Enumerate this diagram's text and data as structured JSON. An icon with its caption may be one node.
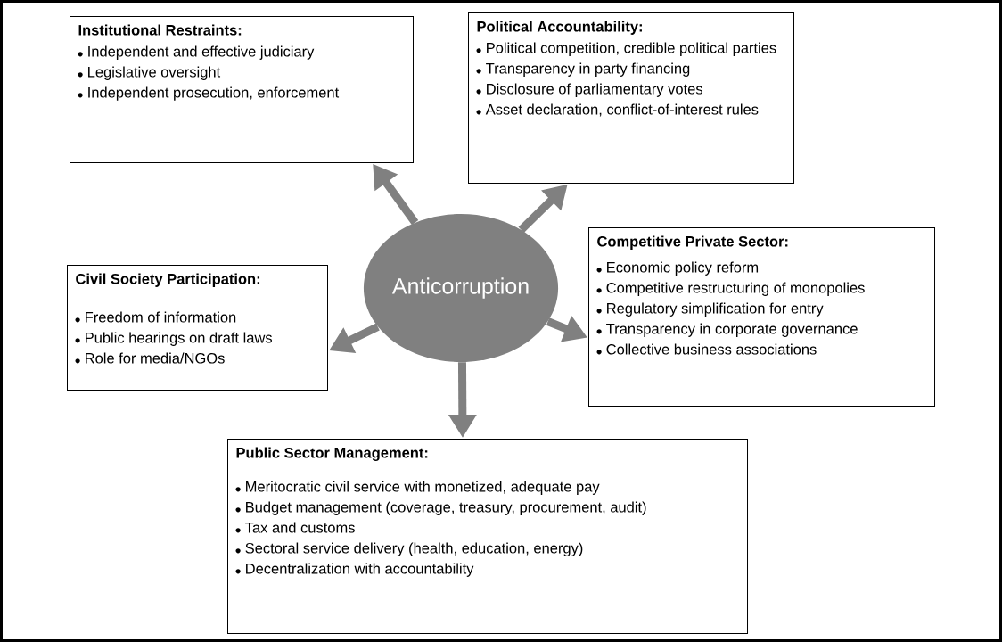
{
  "diagram": {
    "nodes": [
      {
        "text": [
          "Anticorruption"
        ]
      },
      {
        "text": [
          "Institutional Restraints:",
          "Independent and effective judiciary",
          "Legislative oversight",
          "Independent prosecution, enforcement"
        ]
      },
      {
        "text": [
          "Political Accountability:",
          "Political competition, credible political parties",
          "Transparency in party financing",
          "Disclosure of parliamentary votes",
          "Asset declaration, conflict-of-interest rules"
        ]
      },
      {
        "text": [
          "Civil Society Participation:",
          "Freedom of information",
          "Public hearings on draft laws",
          "Role for media/NGOs"
        ]
      },
      {
        "text": [
          "Competitive Private Sector:",
          "Economic policy reform",
          "Competitive restructuring of monopolies",
          "Regulatory simplification for entry",
          "Transparency in corporate governance",
          "Collective business associations"
        ]
      },
      {
        "text": [
          "Public Sector Management:",
          "Meritocratic civil service with monetized, adequate pay",
          "Budget management (coverage, treasury, procurement, audit)",
          "Tax and customs",
          "Sectoral service delivery (health, education, energy)",
          "Decentralization with accountability"
        ]
      }
    ],
    "edges": [
      {
        "from": 0,
        "to": 1,
        "arrow": "to"
      },
      {
        "from": 0,
        "to": 2,
        "arrow": "to"
      },
      {
        "from": 0,
        "to": 3,
        "arrow": "to"
      },
      {
        "from": 0,
        "to": 4,
        "arrow": "to"
      },
      {
        "from": 0,
        "to": 5,
        "arrow": "to"
      }
    ]
  }
}
